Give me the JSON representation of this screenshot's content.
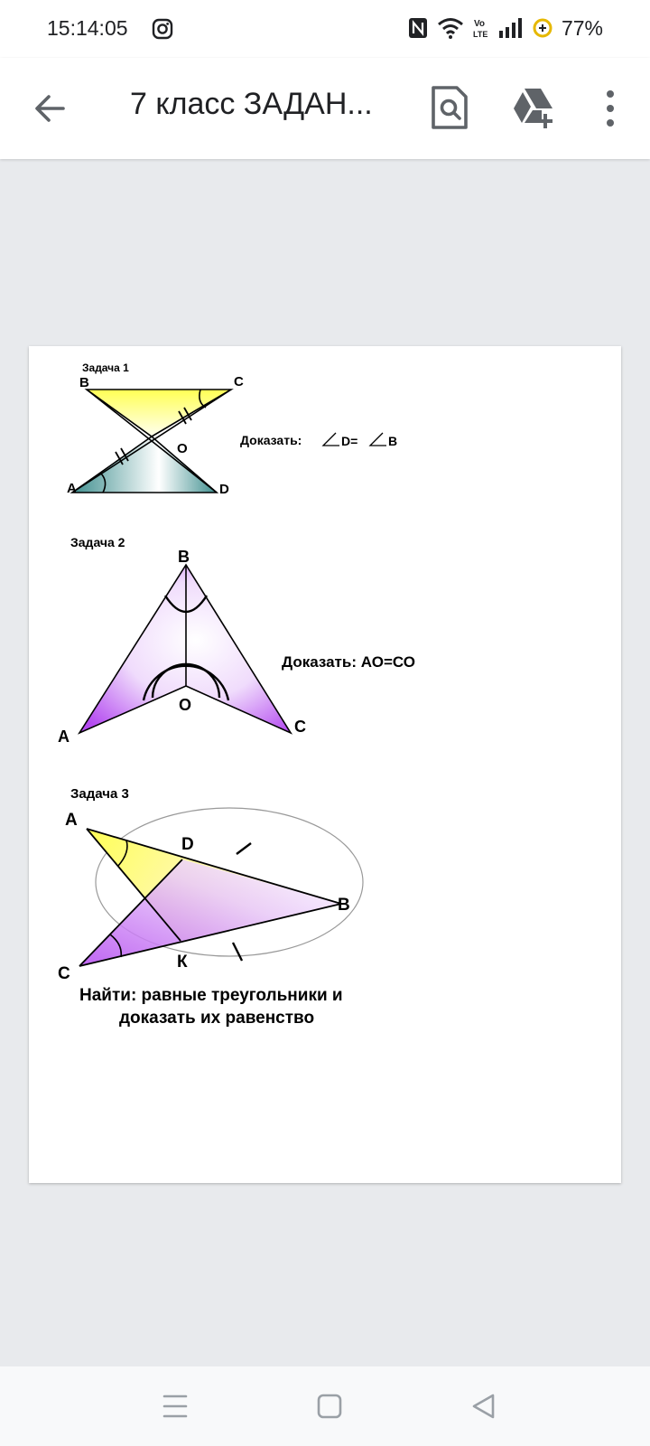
{
  "status": {
    "time": "15:14:05",
    "battery": "77%"
  },
  "toolbar": {
    "title": "7 класс ЗАДАН..."
  },
  "problem1": {
    "title": "Задача 1",
    "labels": {
      "B": "B",
      "C": "C",
      "O": "O",
      "A": "A",
      "D": "D"
    },
    "prove_label": "Доказать:",
    "prove_d": "D=",
    "prove_b": "B"
  },
  "problem2": {
    "title": "Задача 2",
    "labels": {
      "B": "B",
      "A": "A",
      "O": "O",
      "C": "C"
    },
    "prove": "Доказать: АО=СО"
  },
  "problem3": {
    "title": "Задача 3",
    "labels": {
      "A": "A",
      "D": "D",
      "B": "B",
      "C": "C",
      "K": "К"
    },
    "task_line1": "Найти: равные треугольники и",
    "task_line2": "доказать их равенство"
  },
  "colors": {
    "yellow": "#ffff66",
    "teal": "#4a9a9a",
    "violet": "#b44af0",
    "accent": "#5f6368"
  }
}
